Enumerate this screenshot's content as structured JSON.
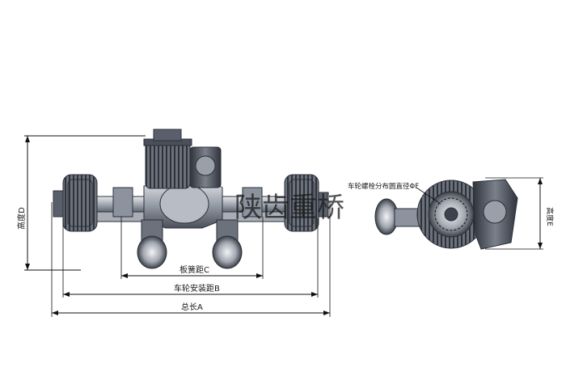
{
  "watermark": "陕齿重桥",
  "dimensions": {
    "total_length": "总长A",
    "wheel_mount_distance": "车轮安装距B",
    "spring_distance": "板簧距C",
    "height": "高度D",
    "side_height": "高度E",
    "bolt_circle": "车轮螺栓分布圆直径ΦF"
  },
  "colors": {
    "metal_dark": "#3d424d",
    "metal_mid": "#8d939e",
    "metal_light": "#d7dae0",
    "line": "#111111"
  }
}
